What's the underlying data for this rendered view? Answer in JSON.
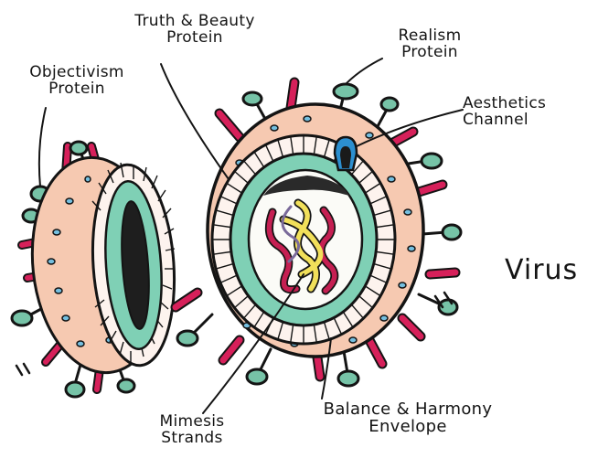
{
  "labels": {
    "objectivism_protein": "Objectivism\nProtein",
    "truth_beauty_protein": "Truth & Beauty\nProtein",
    "realism_protein": "Realism\nProtein",
    "aesthetics_channel": "Aesthetics\nChannel",
    "virus_title": "Virus",
    "mimesis_strands": "Mimesis\nStrands",
    "balance_harmony_envelope": "Balance & Harmony\nEnvelope"
  },
  "colors": {
    "outline": "#141414",
    "envelope": "#f6c9b1",
    "green_layer": "#7fd0b5",
    "spike_red": "#d6205a",
    "spike_green": "#76c3a7",
    "dot_blue": "#74bfe0",
    "strand_red": "#c51f52",
    "strand_yellow": "#f1e05a",
    "channel_blue": "#2c8fd0"
  }
}
